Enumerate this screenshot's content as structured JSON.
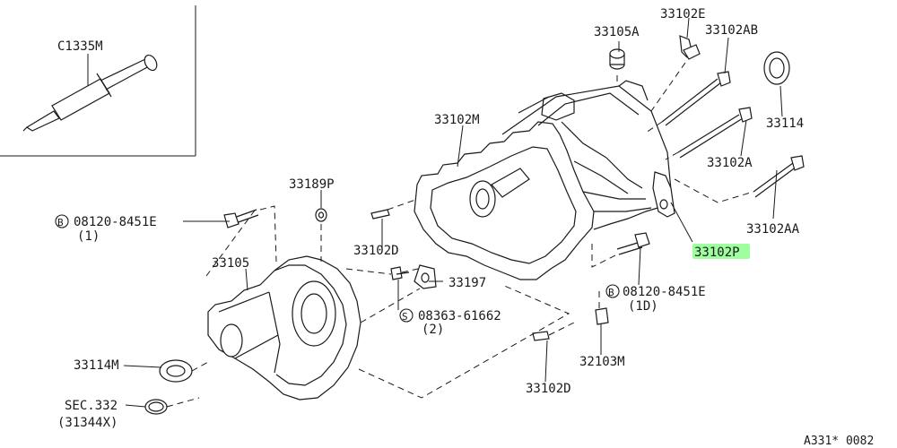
{
  "parts": {
    "c1335m": "C1335M",
    "p33102e": "33102E",
    "p33105a": "33105A",
    "p33102ab": "33102AB",
    "p33114": "33114",
    "p33102m": "33102M",
    "p33102a": "33102A",
    "p33102aa": "33102AA",
    "p33189p": "33189P",
    "p33102p": "33102P",
    "p33102d_top": "33102D",
    "p33105": "33105",
    "p33197": "33197",
    "p33114m": "33114M",
    "p32103m": "32103M",
    "p33102d_bottom": "33102D",
    "sec332": "SEC.332",
    "sec332_ref": "(31344X)"
  },
  "bolt_refs": {
    "left": {
      "symbol": "B",
      "number": "08120-8451E",
      "qty": "(1)"
    },
    "right": {
      "symbol": "B",
      "number": "08120-8451E",
      "qty": "(1D)"
    },
    "screw": {
      "symbol": "S",
      "number": "08363-61662",
      "qty": "(2)"
    }
  },
  "highlighted_part": "33102P",
  "highlight_color": "#8cff8c",
  "diagram_code": "A331* 0082"
}
